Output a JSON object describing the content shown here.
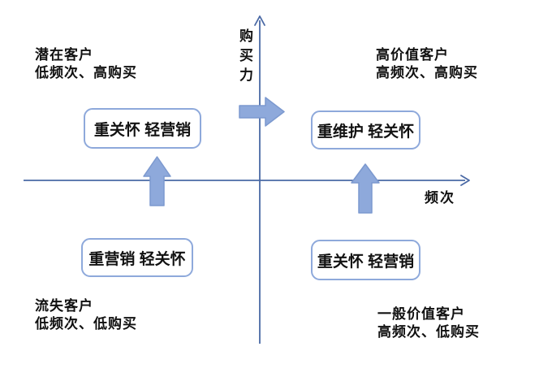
{
  "diagram": {
    "y_axis_label": "购买力",
    "x_axis_label": "频次"
  },
  "quadrants": {
    "top_left": {
      "title": "潜在客户",
      "subtitle": "低频次、高购买",
      "strategy": "重关怀 轻营销"
    },
    "top_right": {
      "title": "高价值客户",
      "subtitle": "高频次、高购买",
      "strategy": "重维护 轻关怀"
    },
    "bottom_left": {
      "title": "流失客户",
      "subtitle": "低频次、低购买",
      "strategy": "重营销 轻关怀"
    },
    "bottom_right": {
      "title": "一般价值客户",
      "subtitle": "高频次、低购买",
      "strategy": "重关怀 轻营销"
    }
  },
  "colors": {
    "axis": "#4a69a5",
    "arrow_fill": "#8ea9db",
    "arrow_border": "#7c99cf",
    "box_border": "#8ea9db",
    "text": "#111111"
  }
}
